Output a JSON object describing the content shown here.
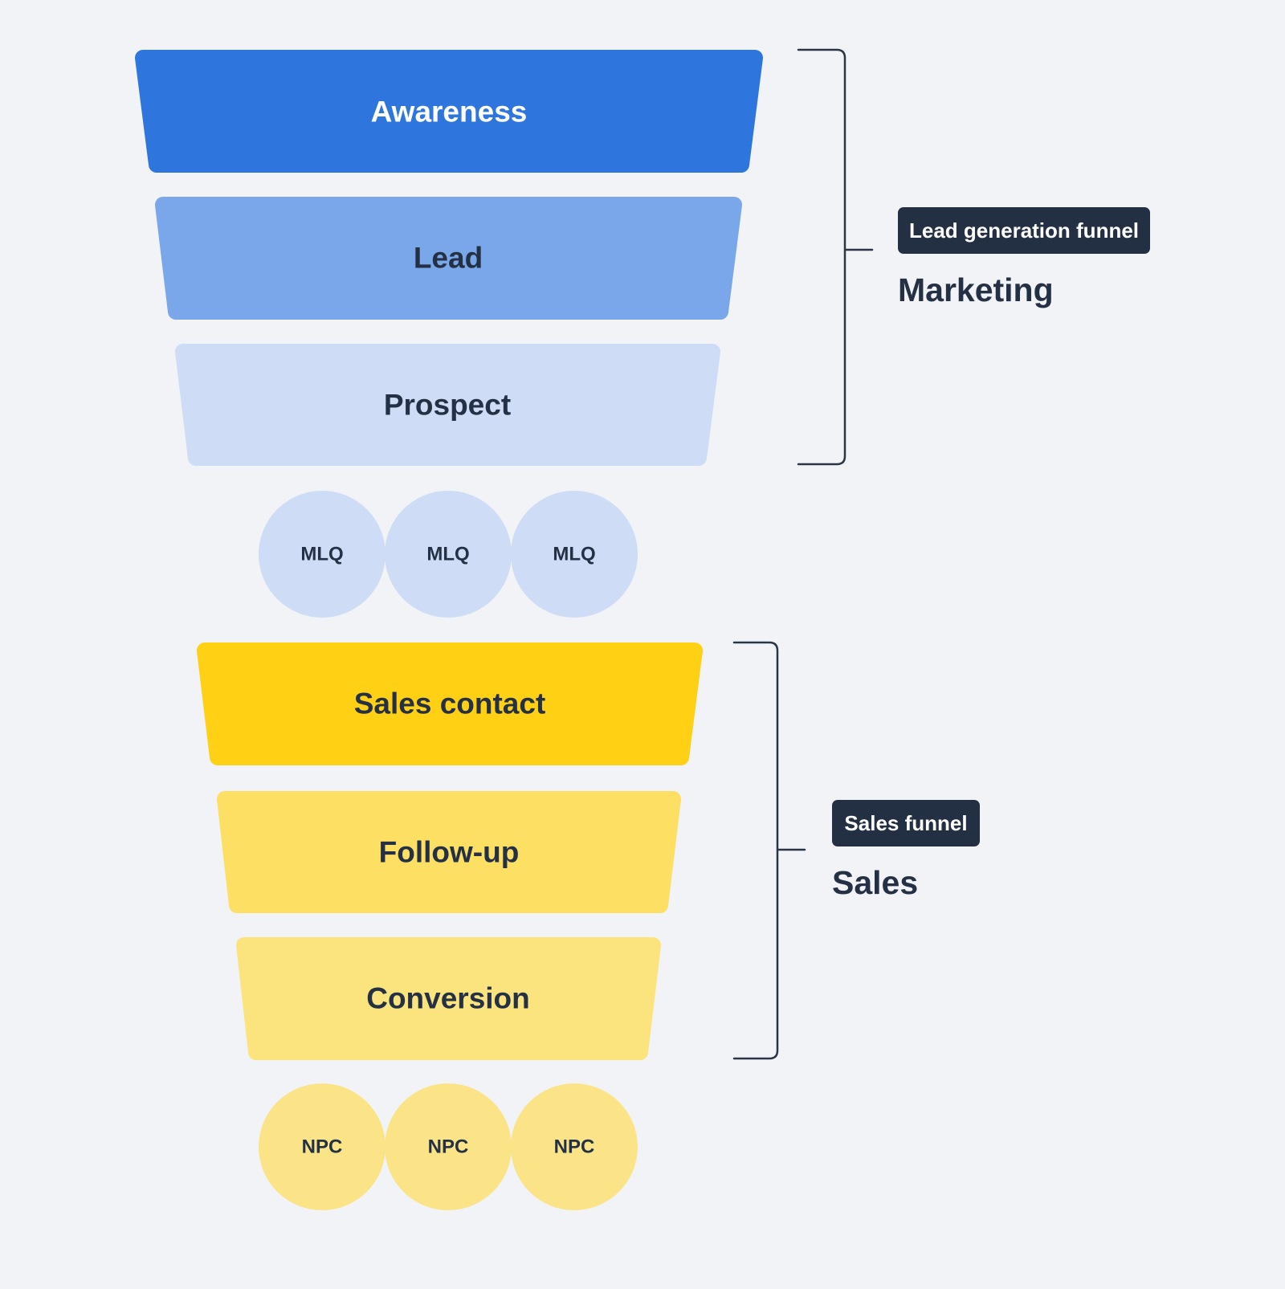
{
  "colors": {
    "background": "#f1f3f6",
    "text_dark": "#243145",
    "text_light": "#ffffff",
    "badge_bg": "#233044",
    "badge_text": "#ffffff",
    "bracket": "#2a3547",
    "awareness": "#2e76de",
    "lead": "#7aa6ea",
    "prospect": "#cedcf5",
    "mlq_circle": "#cedcf5",
    "sales_contact": "#ffd014",
    "follow_up": "#fcdf63",
    "conversion": "#fbe37e",
    "npc_circle": "#fbe488"
  },
  "marketing": {
    "badge": "Lead generation funnel",
    "heading": "Marketing",
    "stages": [
      "Awareness",
      "Lead",
      "Prospect"
    ],
    "circles": [
      "MLQ",
      "MLQ",
      "MLQ"
    ]
  },
  "sales": {
    "badge": "Sales funnel",
    "heading": "Sales",
    "stages": [
      "Sales contact",
      "Follow-up",
      "Conversion"
    ],
    "circles": [
      "NPC",
      "NPC",
      "NPC"
    ]
  }
}
